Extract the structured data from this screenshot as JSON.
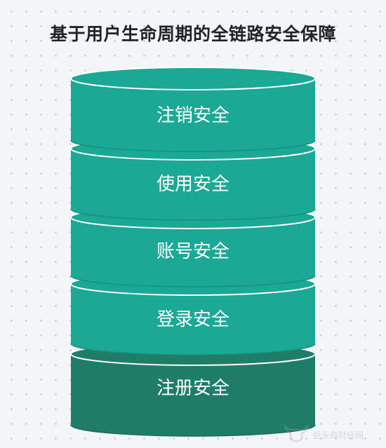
{
  "title": "基于用户生命周期的全链路安全保障",
  "layers": [
    {
      "label": "注销安全",
      "color": "#1ba895",
      "edge": "#16917f"
    },
    {
      "label": "使用安全",
      "color": "#1ba895",
      "edge": "#16917f"
    },
    {
      "label": "账号安全",
      "color": "#1ba895",
      "edge": "#16917f"
    },
    {
      "label": "登录安全",
      "color": "#1ba895",
      "edge": "#16917f"
    },
    {
      "label": "注册安全",
      "color": "#1f7d67",
      "edge": "#1a6b58"
    }
  ],
  "watermark": {
    "text": "巨头商财经网",
    "icon": "bull-head-icon"
  }
}
